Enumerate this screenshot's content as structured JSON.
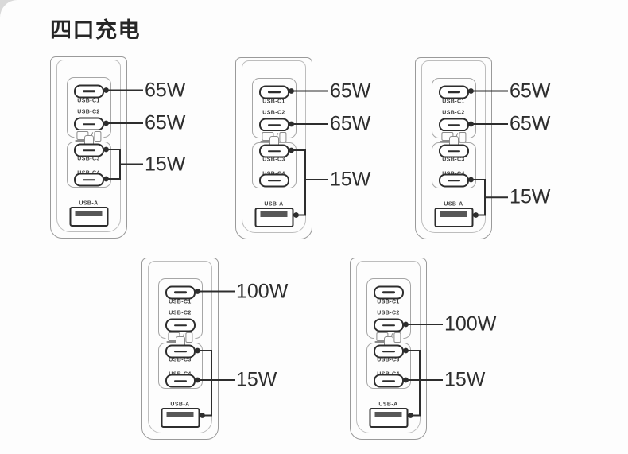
{
  "title": "四口充电",
  "colors": {
    "line": "#2d2d2d",
    "body_outline": "#9a9a9a",
    "text": "#2d2d2d"
  },
  "icons": [
    "laptop-icon",
    "slash-icon",
    "phone-icon",
    "usb-a-icon"
  ],
  "port_labels": {
    "c1": "USB-C1",
    "c2": "USB-C2",
    "c3": "USB-C3",
    "c4": "USB-C4",
    "usba": "USB-A"
  },
  "chargers": [
    {
      "name": "charger-top-left",
      "connections": [
        {
          "ports": [
            "c1"
          ],
          "watt": "65W"
        },
        {
          "ports": [
            "c2"
          ],
          "watt": "65W"
        },
        {
          "ports": [
            "c3",
            "c4"
          ],
          "watt": "15W"
        }
      ]
    },
    {
      "name": "charger-top-middle",
      "connections": [
        {
          "ports": [
            "c1"
          ],
          "watt": "65W"
        },
        {
          "ports": [
            "c2"
          ],
          "watt": "65W"
        },
        {
          "ports": [
            "c3",
            "usba"
          ],
          "watt": "15W",
          "label_at": "c4"
        }
      ]
    },
    {
      "name": "charger-top-right",
      "connections": [
        {
          "ports": [
            "c1"
          ],
          "watt": "65W"
        },
        {
          "ports": [
            "c2"
          ],
          "watt": "65W"
        },
        {
          "ports": [
            "c4",
            "usba"
          ],
          "watt": "15W"
        }
      ]
    },
    {
      "name": "charger-bottom-left",
      "connections": [
        {
          "ports": [
            "c1"
          ],
          "watt": "100W"
        },
        {
          "ports": [
            "c3",
            "c4",
            "usba"
          ],
          "watt": "15W",
          "label_at": "c4"
        }
      ]
    },
    {
      "name": "charger-bottom-right",
      "connections": [
        {
          "ports": [
            "c2"
          ],
          "watt": "100W"
        },
        {
          "ports": [
            "c3",
            "c4",
            "usba"
          ],
          "watt": "15W",
          "label_at": "c4"
        }
      ]
    }
  ]
}
